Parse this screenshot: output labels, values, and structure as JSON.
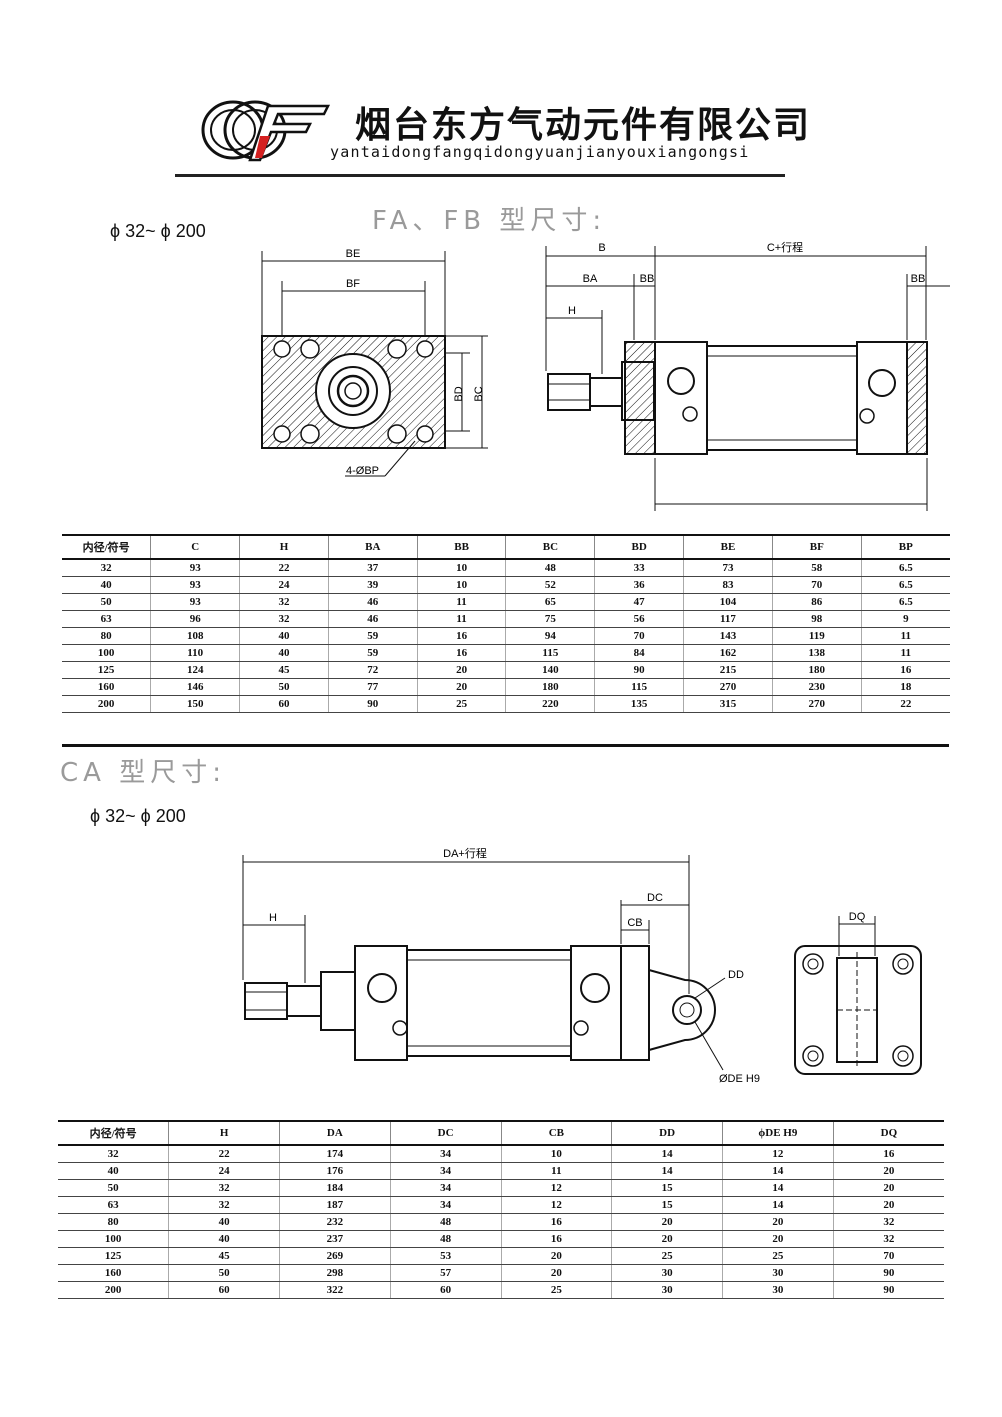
{
  "header": {
    "company_cn": "烟台东方气动元件有限公司",
    "company_pinyin": "yantaidongfangqidongyuanjianyouxiangongsi",
    "accent_color": "#d42020"
  },
  "fa_section": {
    "title": "FA、FB 型尺寸:",
    "range": "ϕ 32~ ϕ 200",
    "drawing_labels": {
      "be": "BE",
      "bf": "BF",
      "bd": "BD",
      "bc": "BC",
      "bp": "4-ØBP",
      "b": "B",
      "c_stroke": "C+行程",
      "ba": "BA",
      "bb": "BB",
      "bb2": "BB",
      "h": "H"
    },
    "table": {
      "headers": [
        "内径/符号",
        "C",
        "H",
        "BA",
        "BB",
        "BC",
        "BD",
        "BE",
        "BF",
        "BP"
      ],
      "rows": [
        [
          "32",
          "93",
          "22",
          "37",
          "10",
          "48",
          "33",
          "73",
          "58",
          "6.5"
        ],
        [
          "40",
          "93",
          "24",
          "39",
          "10",
          "52",
          "36",
          "83",
          "70",
          "6.5"
        ],
        [
          "50",
          "93",
          "32",
          "46",
          "11",
          "65",
          "47",
          "104",
          "86",
          "6.5"
        ],
        [
          "63",
          "96",
          "32",
          "46",
          "11",
          "75",
          "56",
          "117",
          "98",
          "9"
        ],
        [
          "80",
          "108",
          "40",
          "59",
          "16",
          "94",
          "70",
          "143",
          "119",
          "11"
        ],
        [
          "100",
          "110",
          "40",
          "59",
          "16",
          "115",
          "84",
          "162",
          "138",
          "11"
        ],
        [
          "125",
          "124",
          "45",
          "72",
          "20",
          "140",
          "90",
          "215",
          "180",
          "16"
        ],
        [
          "160",
          "146",
          "50",
          "77",
          "20",
          "180",
          "115",
          "270",
          "230",
          "18"
        ],
        [
          "200",
          "150",
          "60",
          "90",
          "25",
          "220",
          "135",
          "315",
          "270",
          "22"
        ]
      ]
    }
  },
  "ca_section": {
    "title": "CA 型尺寸:",
    "range": "ϕ 32~ ϕ 200",
    "drawing_labels": {
      "da_stroke": "DA+行程",
      "h": "H",
      "dc": "DC",
      "cb": "CB",
      "dd": "DD",
      "de": "ØDE H9",
      "dq": "DQ"
    },
    "table": {
      "headers": [
        "内径/符号",
        "H",
        "DA",
        "DC",
        "CB",
        "DD",
        "ϕDE H9",
        "DQ"
      ],
      "rows": [
        [
          "32",
          "22",
          "174",
          "34",
          "10",
          "14",
          "12",
          "16"
        ],
        [
          "40",
          "24",
          "176",
          "34",
          "11",
          "14",
          "14",
          "20"
        ],
        [
          "50",
          "32",
          "184",
          "34",
          "12",
          "15",
          "14",
          "20"
        ],
        [
          "63",
          "32",
          "187",
          "34",
          "12",
          "15",
          "14",
          "20"
        ],
        [
          "80",
          "40",
          "232",
          "48",
          "16",
          "20",
          "20",
          "32"
        ],
        [
          "100",
          "40",
          "237",
          "48",
          "16",
          "20",
          "20",
          "32"
        ],
        [
          "125",
          "45",
          "269",
          "53",
          "20",
          "25",
          "25",
          "70"
        ],
        [
          "160",
          "50",
          "298",
          "57",
          "20",
          "30",
          "30",
          "90"
        ],
        [
          "200",
          "60",
          "322",
          "60",
          "25",
          "30",
          "30",
          "90"
        ]
      ]
    }
  }
}
